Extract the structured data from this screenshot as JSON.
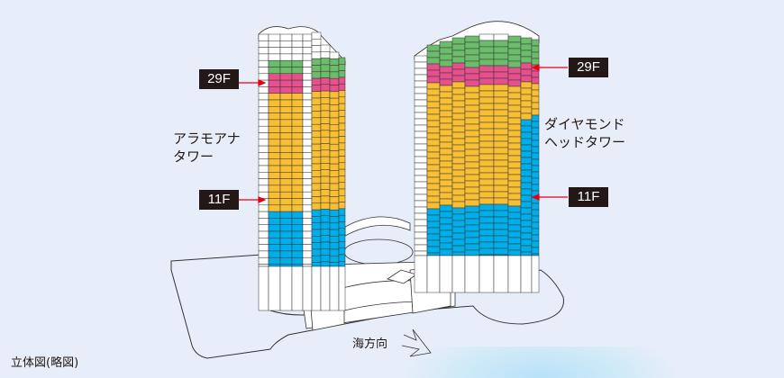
{
  "labels": {
    "left_29f": "29F",
    "left_11f": "11F",
    "right_29f": "29F",
    "right_11f": "11F"
  },
  "towers": {
    "left_name_line1": "アラモアナ",
    "left_name_line2": "タワー",
    "right_name_line1": "ダイヤモンド",
    "right_name_line2": "ヘッドタワー"
  },
  "direction_label": "海方向",
  "caption": "立体図(略図)",
  "colors": {
    "green": "#6cbd6b",
    "pink": "#e5508d",
    "yellow": "#f8bf35",
    "blue": "#00aee9",
    "arrow": "#e60012",
    "label_bg": "#231815"
  }
}
